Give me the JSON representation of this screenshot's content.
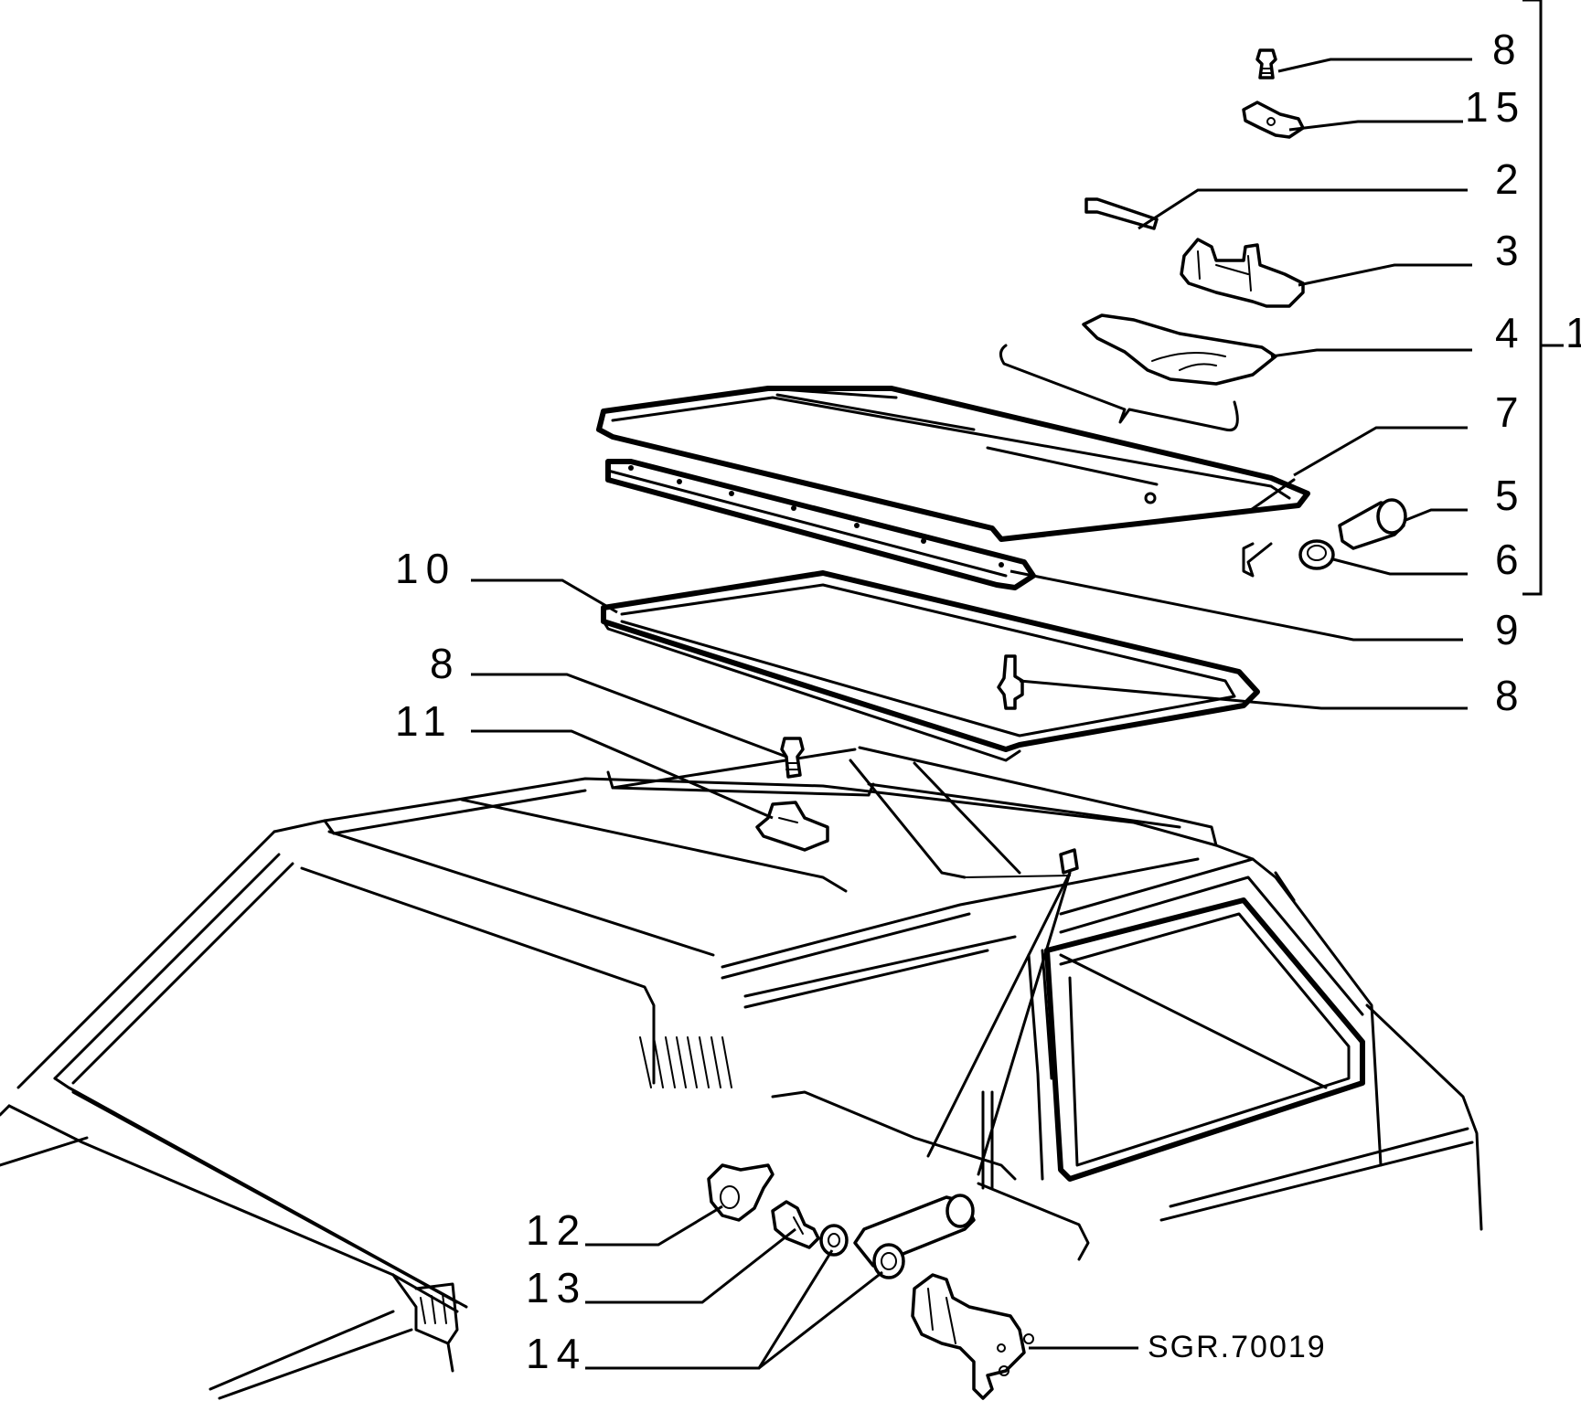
{
  "drawing": {
    "reference_code": "SGR.70019"
  },
  "callouts": [
    {
      "id": "c8a",
      "label": "8"
    },
    {
      "id": "c15",
      "label": "15"
    },
    {
      "id": "c2",
      "label": "2"
    },
    {
      "id": "c3",
      "label": "3"
    },
    {
      "id": "c4",
      "label": "4"
    },
    {
      "id": "c1",
      "label": "1"
    },
    {
      "id": "c7",
      "label": "7"
    },
    {
      "id": "c5",
      "label": "5"
    },
    {
      "id": "c6",
      "label": "6"
    },
    {
      "id": "c9",
      "label": "9"
    },
    {
      "id": "c8b",
      "label": "8"
    },
    {
      "id": "c10",
      "label": "10"
    },
    {
      "id": "c8c",
      "label": "8"
    },
    {
      "id": "c11",
      "label": "11"
    },
    {
      "id": "c12",
      "label": "12"
    },
    {
      "id": "c13",
      "label": "13"
    },
    {
      "id": "c14",
      "label": "14"
    }
  ]
}
